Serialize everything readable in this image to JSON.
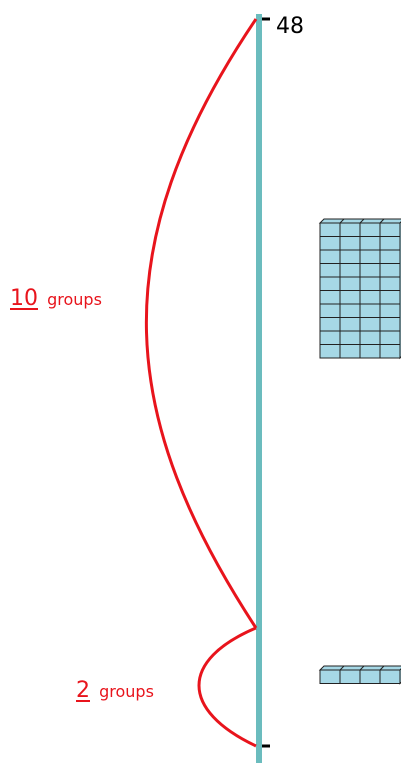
{
  "number_line": {
    "top_label": "48",
    "line_color": "#6bbcbe",
    "curve_color": "#e8141c"
  },
  "groups_large": {
    "count": "10",
    "word": "groups"
  },
  "groups_small": {
    "count": "2",
    "word": "groups"
  },
  "blocks": {
    "fill_color": "#a6d8e6",
    "large": {
      "columns": 4,
      "rows": 10
    },
    "small": {
      "columns": 4,
      "rows": 1
    }
  }
}
